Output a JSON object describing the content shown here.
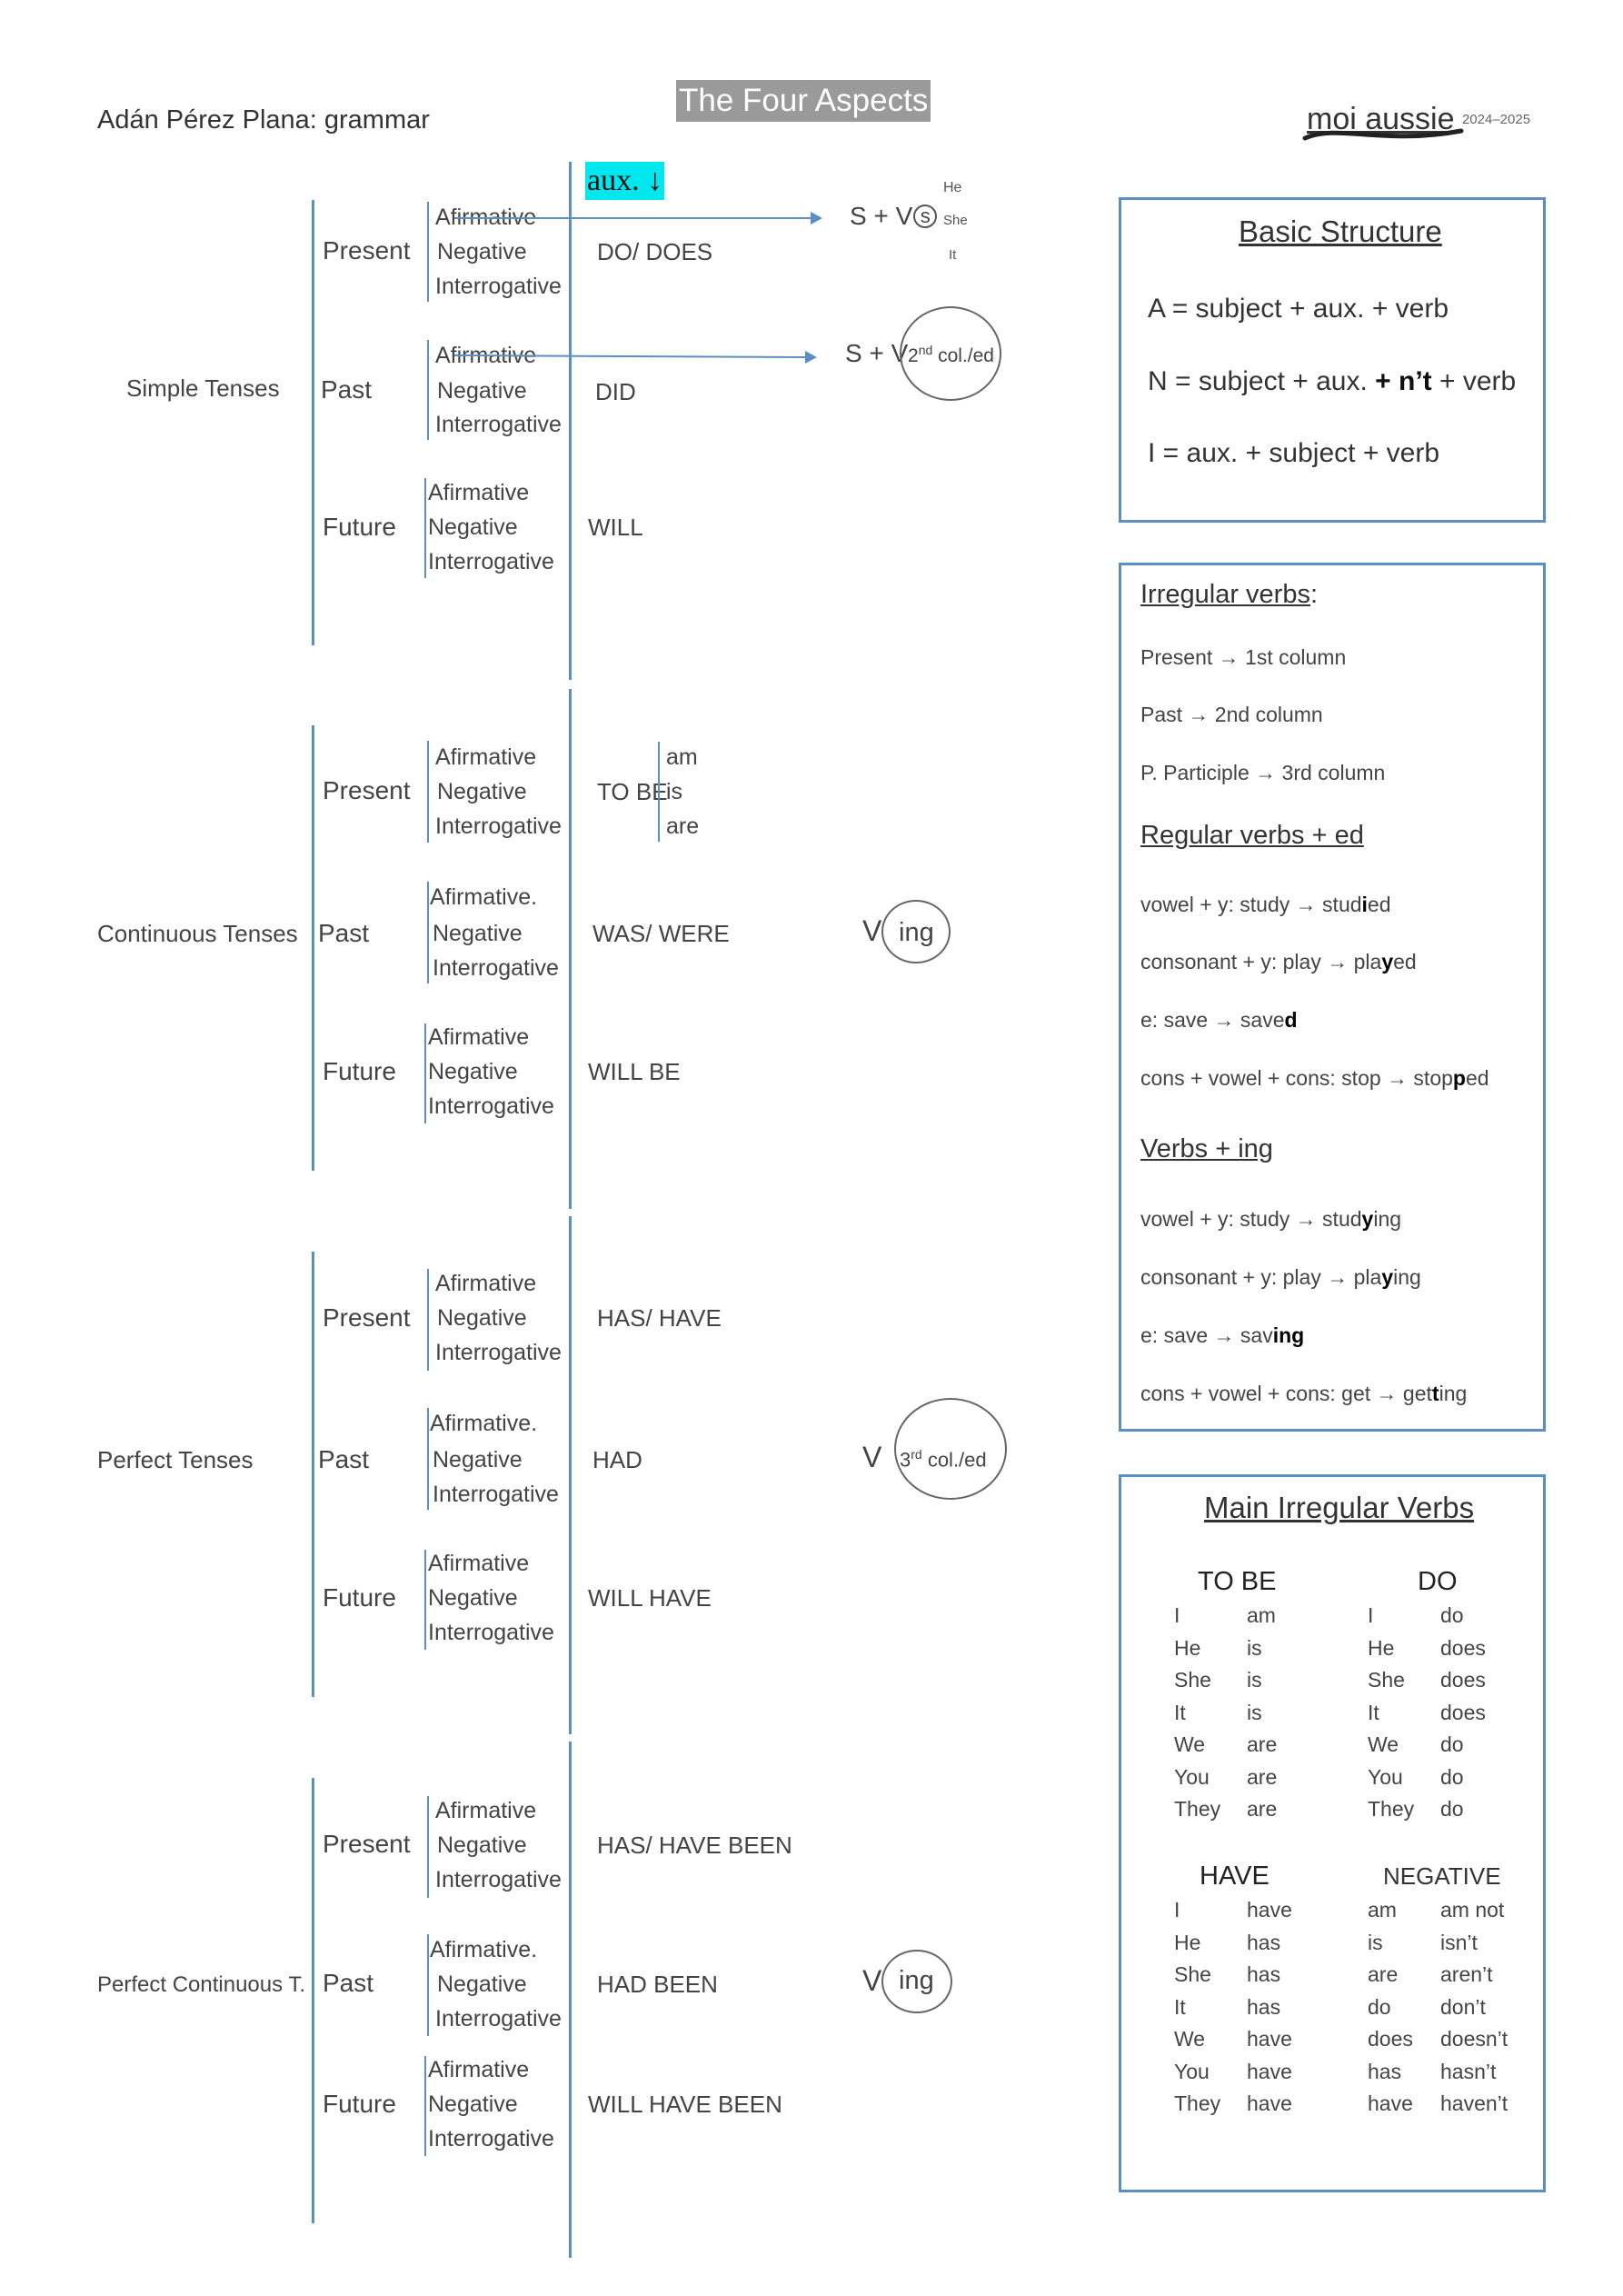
{
  "header": {
    "author": "Adán Pérez Plana: grammar",
    "title": "The Four Aspects",
    "brand": "moi aussie",
    "years": "2024–2025",
    "aux_label": "aux. ↓"
  },
  "he_she_it": [
    "He",
    "She",
    "It"
  ],
  "aspects": [
    {
      "name": "Simple Tenses",
      "tenses": [
        {
          "name": "Present",
          "forms": [
            "Afirmative",
            "Negative",
            "Interrogative"
          ],
          "aux": "DO/ DOES"
        },
        {
          "name": "Past",
          "forms": [
            "Afirmative",
            "Negative",
            "Interrogative"
          ],
          "aux": "DID"
        },
        {
          "name": "Future",
          "forms": [
            "Afirmative",
            "Negative",
            "Interrogative"
          ],
          "aux": "WILL"
        }
      ]
    },
    {
      "name": "Continuous Tenses",
      "tenses": [
        {
          "name": "Present",
          "forms": [
            "Afirmative",
            "Negative",
            "Interrogative"
          ],
          "aux": "TO BE",
          "aux_list": [
            "am",
            "is",
            "are"
          ]
        },
        {
          "name": "Past",
          "forms": [
            "Afirmative.",
            "Negative",
            "Interrogative"
          ],
          "aux": "WAS/ WERE"
        },
        {
          "name": "Future",
          "forms": [
            "Afirmative",
            "Negative",
            "Interrogative"
          ],
          "aux": "WILL BE"
        }
      ]
    },
    {
      "name": "Perfect Tenses",
      "tenses": [
        {
          "name": "Present",
          "forms": [
            "Afirmative",
            "Negative",
            "Interrogative"
          ],
          "aux": "HAS/ HAVE"
        },
        {
          "name": "Past",
          "forms": [
            "Afirmative.",
            "Negative",
            "Interrogative"
          ],
          "aux": "HAD"
        },
        {
          "name": "Future",
          "forms": [
            "Afirmative",
            "Negative",
            "Interrogative"
          ],
          "aux": "WILL HAVE"
        }
      ]
    },
    {
      "name": "Perfect Continuous T.",
      "tenses": [
        {
          "name": "Present",
          "forms": [
            "Afirmative",
            "Negative",
            "Interrogative"
          ],
          "aux": "HAS/ HAVE BEEN"
        },
        {
          "name": "Past",
          "forms": [
            "Afirmative.",
            "Negative",
            "Interrogative"
          ],
          "aux": "HAD BEEN"
        },
        {
          "name": "Future",
          "forms": [
            "Afirmative",
            "Negative",
            "Interrogative"
          ],
          "aux": "WILL HAVE BEEN"
        }
      ]
    }
  ],
  "verb_forms": {
    "simple_present": {
      "base": "S + V",
      "suffix": "s"
    },
    "simple_past": {
      "base": "S + V",
      "suffix": "2",
      "sup": "nd",
      "rest": " col./ed"
    },
    "continuous": {
      "base": "V",
      "suffix": "ing"
    },
    "perfect": {
      "base": "V",
      "suffix": "3",
      "sup": "rd",
      "rest": " col./ed"
    },
    "perfect_continuous": {
      "base": "V",
      "suffix": "ing"
    }
  },
  "basic_structure": {
    "title": "Basic Structure",
    "lines": [
      {
        "letter": "A",
        "text": " = subject + aux. + verb"
      },
      {
        "letter": "N",
        "text": " = subject + aux. ",
        "bold": "+ n’t",
        "rest": " + verb"
      },
      {
        "letter": "I",
        "text": " = aux. + subject + verb"
      }
    ]
  },
  "irregular_box": {
    "irregular_title": "Irregular verbs",
    "irregular_colon": ":",
    "irregular_items": [
      "Present → 1st column",
      "Past → 2nd column",
      "P. Participle → 3rd column"
    ],
    "regular_title": "Regular verbs + ed",
    "regular_items": [
      {
        "pre": "vowel + y: study → stud",
        "hl": "i",
        "post": "ed"
      },
      {
        "pre": "consonant + y: play → pla",
        "hl": "y",
        "post": "ed"
      },
      {
        "pre": "e: save → save",
        "hl": "d",
        "post": ""
      },
      {
        "pre": "cons + vowel + cons: stop → stop",
        "hl": "p",
        "post": "ed"
      }
    ],
    "ing_title": "Verbs + ing",
    "ing_items": [
      {
        "pre": "vowel + y: study → stud",
        "hl": "y",
        "post": "ing"
      },
      {
        "pre": "consonant + y: play → pla",
        "hl": "y",
        "post": "ing"
      },
      {
        "pre": "e: save → sav",
        "hl": "ing",
        "post": ""
      },
      {
        "pre": "cons + vowel + cons: get → get",
        "hl": "t",
        "post": "ing"
      }
    ]
  },
  "main_irregular": {
    "title": "Main Irregular Verbs",
    "to_be": {
      "title": "TO BE",
      "rows": [
        [
          "I",
          "am"
        ],
        [
          "He",
          "is"
        ],
        [
          "She",
          "is"
        ],
        [
          "It",
          "is"
        ],
        [
          "We",
          "are"
        ],
        [
          "You",
          "are"
        ],
        [
          "They",
          "are"
        ]
      ]
    },
    "do": {
      "title": "DO",
      "rows": [
        [
          "I",
          "do"
        ],
        [
          "He",
          "does"
        ],
        [
          "She",
          "does"
        ],
        [
          "It",
          "does"
        ],
        [
          "We",
          "do"
        ],
        [
          "You",
          "do"
        ],
        [
          "They",
          "do"
        ]
      ]
    },
    "have": {
      "title": "HAVE",
      "rows": [
        [
          "I",
          "have"
        ],
        [
          "He",
          "has"
        ],
        [
          "She",
          "has"
        ],
        [
          "It",
          "has"
        ],
        [
          "We",
          "have"
        ],
        [
          "You",
          "have"
        ],
        [
          "They",
          "have"
        ]
      ]
    },
    "negative": {
      "title": "NEGATIVE",
      "rows": [
        [
          "am",
          "am not"
        ],
        [
          "is",
          "isn’t"
        ],
        [
          "are",
          "aren’t"
        ],
        [
          "do",
          "don’t"
        ],
        [
          "does",
          "doesn’t"
        ],
        [
          "has",
          "hasn’t"
        ],
        [
          "have",
          "haven’t"
        ]
      ]
    }
  }
}
